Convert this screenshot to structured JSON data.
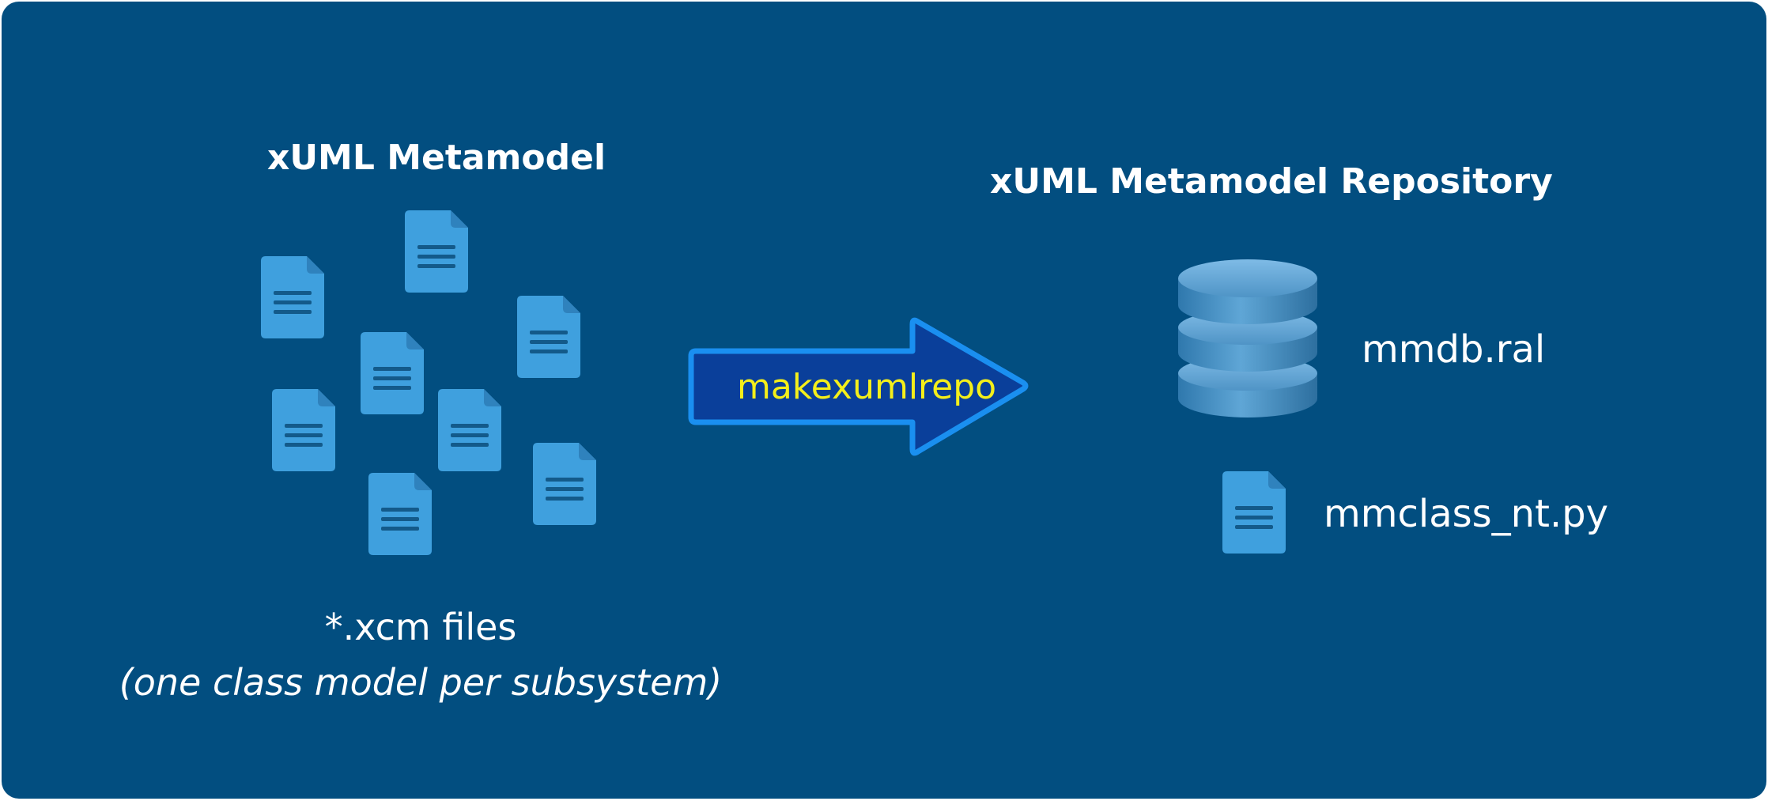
{
  "source": {
    "title": "xUML Metamodel",
    "caption": "*.xcm files",
    "caption_note": "(one class model per subsystem)",
    "icon": "document-icon",
    "file_count": 8
  },
  "process": {
    "label": "makexumlrepo",
    "icon": "right-arrow-icon"
  },
  "target": {
    "title": "xUML Metamodel Repository",
    "outputs": [
      {
        "name": "mmdb.ral",
        "icon": "database-icon"
      },
      {
        "name": "mmclass_nt.py",
        "icon": "document-icon"
      }
    ]
  },
  "colors": {
    "background": "#024e80",
    "text": "#ffffff",
    "arrow_label": "#f4ef1a",
    "arrow_fill": "#0a3f9a",
    "arrow_stroke": "#1a8ff0",
    "document": "#3fa0de",
    "document_lines": "#135a8a"
  }
}
